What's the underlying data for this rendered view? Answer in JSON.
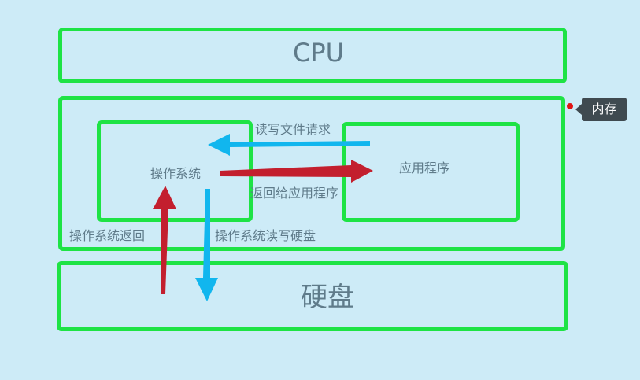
{
  "labels": {
    "cpu": "CPU",
    "disk": "硬盘",
    "os": "操作系统",
    "app": "应用程序",
    "read_write_request": "读写文件请求",
    "return_to_app": "返回给应用程序",
    "os_return": "操作系统返回",
    "os_read_write_disk": "操作系统读写硬盘",
    "memory_tag": "内存"
  },
  "colors": {
    "box_border": "#1ee345",
    "blue_arrow": "#11b6ee",
    "red_arrow": "#c31f2e",
    "background": "#cdebf7",
    "text": "#5f7b8a"
  }
}
